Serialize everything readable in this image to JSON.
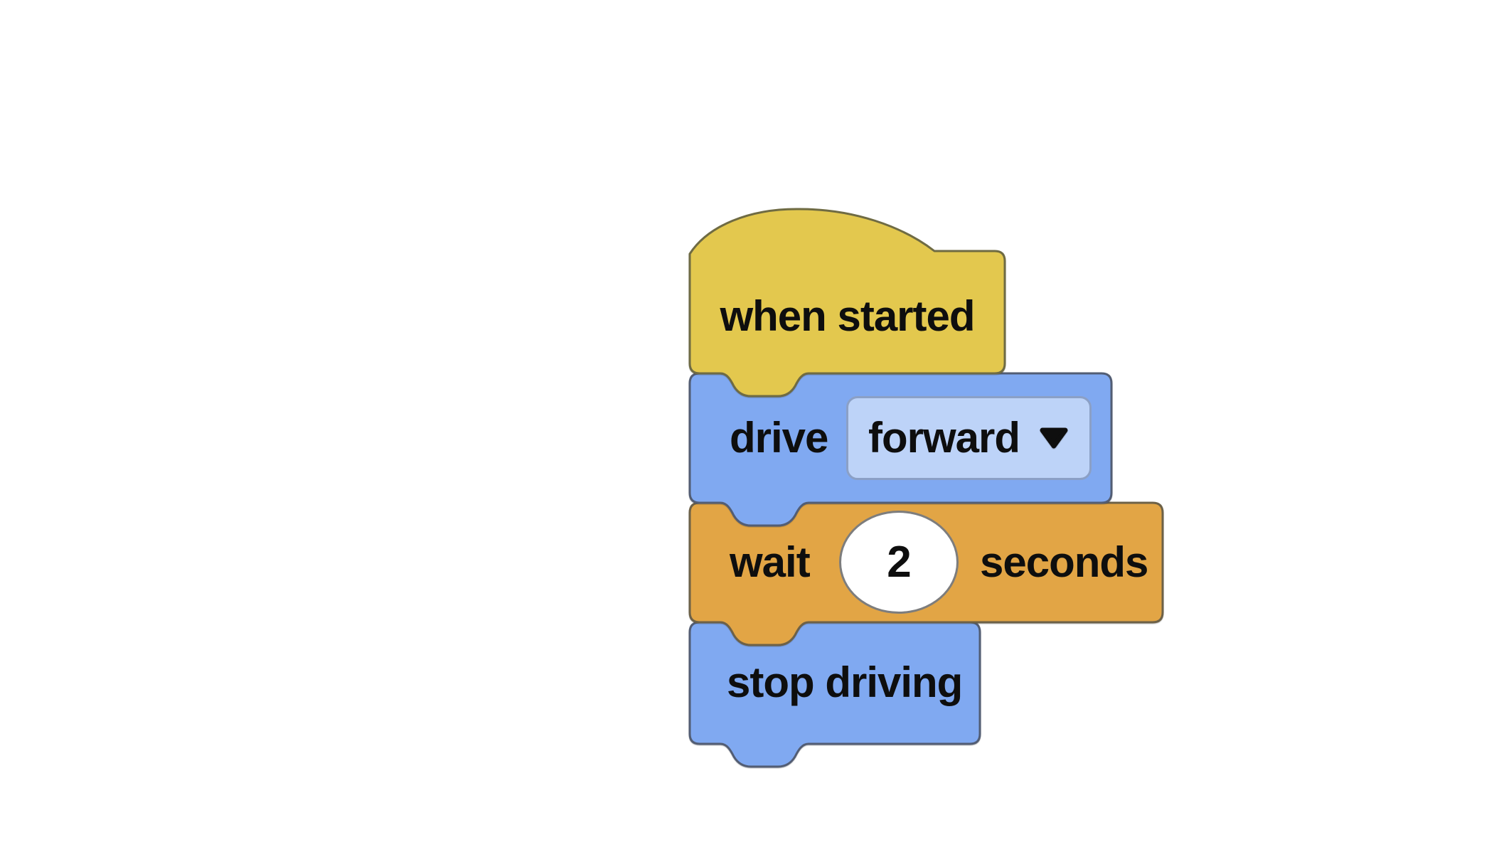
{
  "app": {
    "name": "block coding workspace",
    "canvas_background": "#ffffff",
    "text_color": "#0e0e0e"
  },
  "script": {
    "blocks": [
      {
        "id": "when-started",
        "kind": "hat",
        "label": "when started",
        "fill": "#e3c84e",
        "stroke": "#6f6b43"
      },
      {
        "id": "drive",
        "kind": "stack",
        "label": "drive",
        "dropdown": {
          "value": "forward",
          "icon": "triangle-down-icon",
          "fill": "#bdd3f8",
          "stroke": "#8ba0c6"
        },
        "fill": "#80a9f1",
        "stroke": "#525d74"
      },
      {
        "id": "wait",
        "kind": "stack",
        "label": "wait",
        "value_input": {
          "value": "2",
          "fill": "#ffffff",
          "stroke": "#7d7d7d"
        },
        "suffix": "seconds",
        "fill": "#e2a545",
        "stroke": "#6d6147"
      },
      {
        "id": "stop-driving",
        "kind": "stack",
        "label": "stop driving",
        "fill": "#80a9f1",
        "stroke": "#525d74"
      }
    ]
  }
}
